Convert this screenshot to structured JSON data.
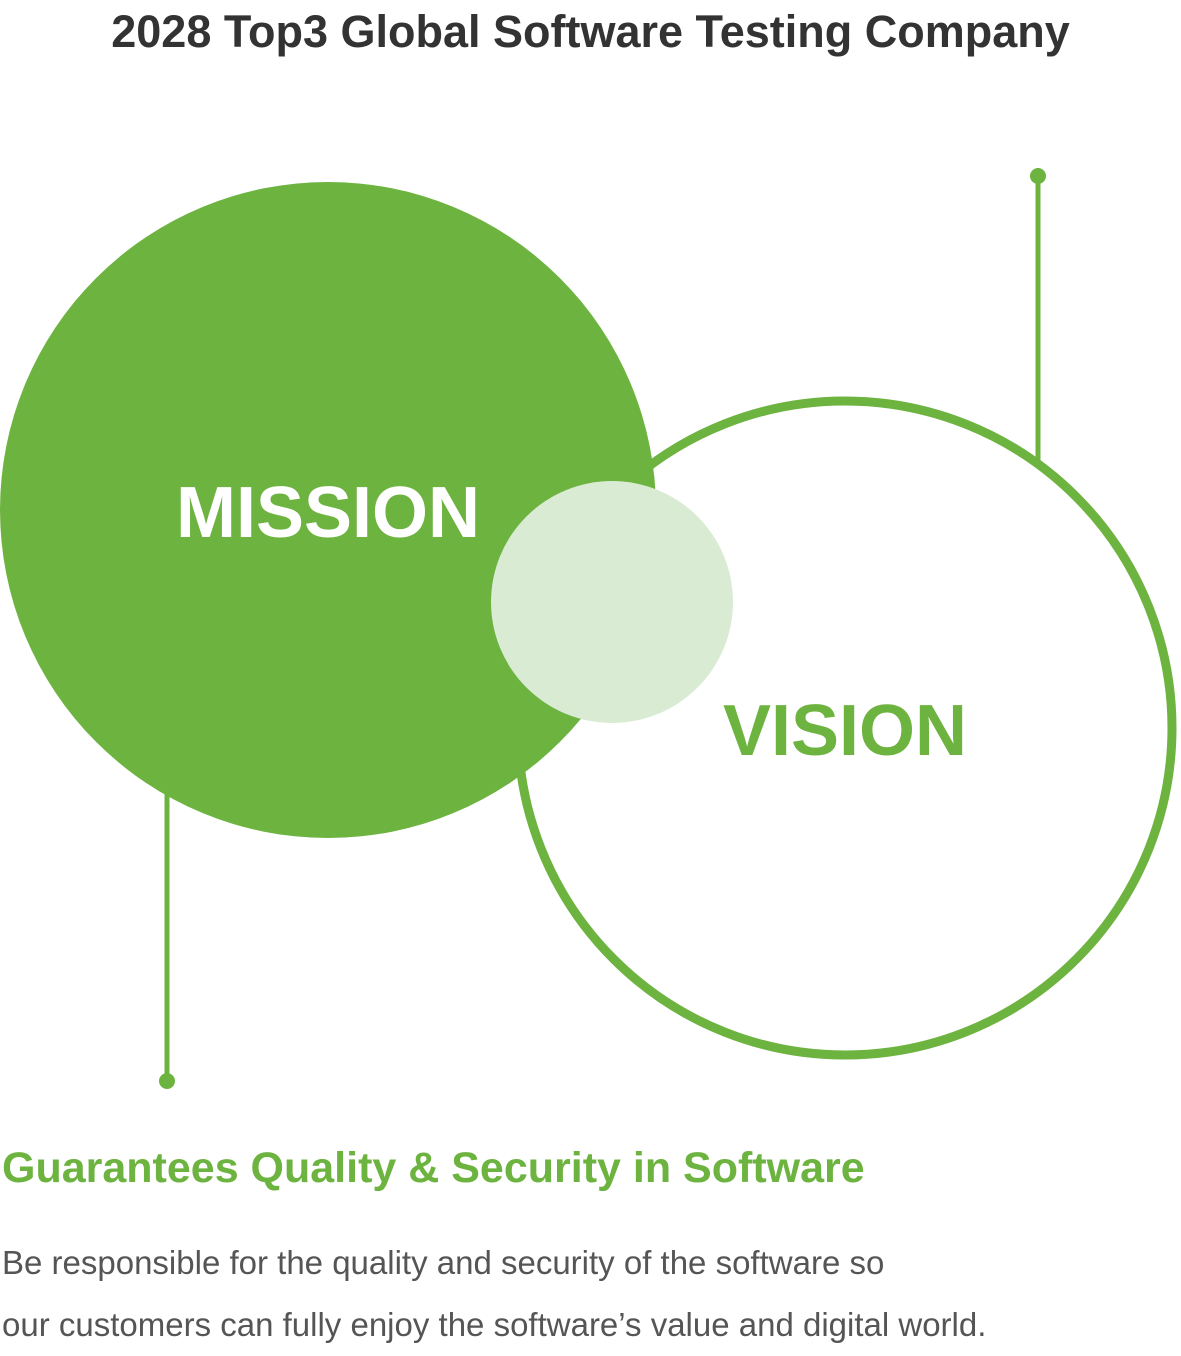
{
  "vision_statement": "2028 Top3 Global Software Testing Company",
  "diagram": {
    "mission_label": "MISSION",
    "vision_label": "VISION"
  },
  "mission": {
    "headline": "Guarantees Quality & Security in Software",
    "description_lines": [
      "Be responsible for the quality and security of the software so",
      "our customers can fully enjoy the software’s value and digital world."
    ]
  },
  "colors": {
    "brand_green": "#6db33f",
    "overlap_green": "#d9ebd3",
    "title_text": "#333333",
    "body_text": "#555555"
  }
}
